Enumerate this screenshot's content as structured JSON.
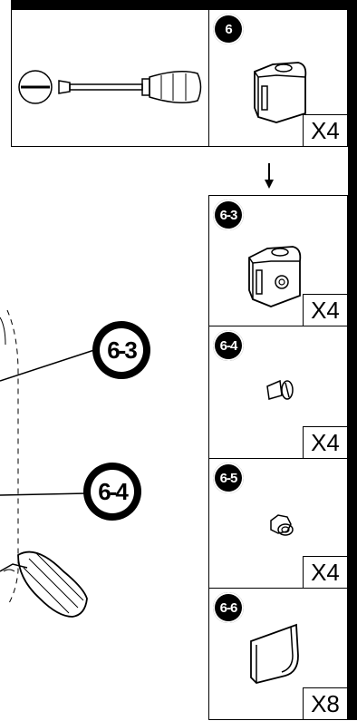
{
  "parts": {
    "p6": {
      "badge": "6",
      "qty": "X4"
    },
    "p63": {
      "badge": "6-3",
      "qty": "X4"
    },
    "p64": {
      "badge": "6-4",
      "qty": "X4"
    },
    "p65": {
      "badge": "6-5",
      "qty": "X4"
    },
    "p66": {
      "badge": "6-6",
      "qty": "X8"
    }
  },
  "callouts": {
    "c63": "6-3",
    "c64": "6-4"
  },
  "icons": [
    "flathead-screwdriver-icon",
    "arrow-down-icon",
    "handle-part-icon",
    "screw-icon",
    "nut-icon",
    "end-cap-icon"
  ]
}
